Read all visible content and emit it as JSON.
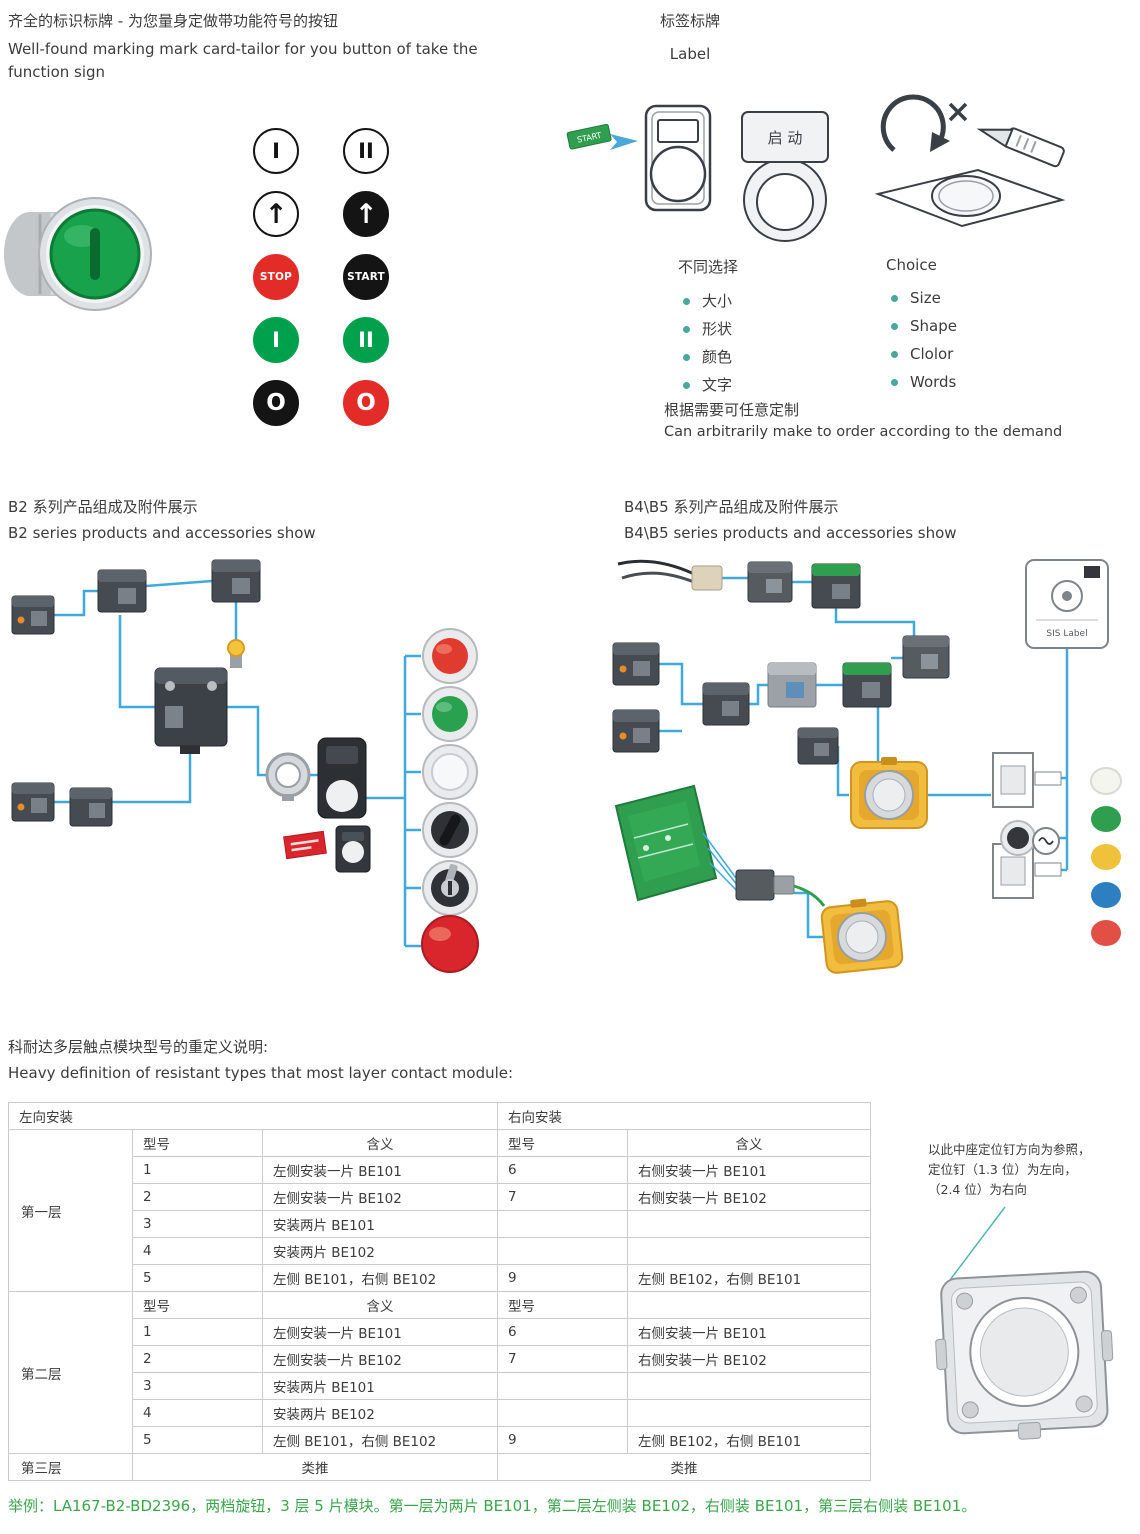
{
  "colors": {
    "connector_blue": "#3fa9dc",
    "bullet_teal": "#49a79c",
    "accent_green": "#2f9e4e",
    "accent_red": "#d9262c",
    "footer_green": "#3aa64a"
  },
  "header": {
    "title_zh": "齐全的标识标牌 - 为您量身定做带功能符号的按钮",
    "title_en": "Well-found marking mark card-tailor for you button of take the function sign",
    "label_title_zh": "标签标牌",
    "label_title_en": "Label"
  },
  "symbols": {
    "items": [
      {
        "glyph": "I",
        "bg": "#ffffff",
        "fg": "#141414",
        "border": "#141414"
      },
      {
        "glyph": "II",
        "bg": "#ffffff",
        "fg": "#141414",
        "border": "#141414"
      },
      {
        "glyph": "↑",
        "bg": "#ffffff",
        "fg": "#141414",
        "border": "#141414"
      },
      {
        "glyph": "↑",
        "bg": "#141414",
        "fg": "#ffffff",
        "border": "#141414"
      },
      {
        "glyph": "STOP",
        "bg": "#e32b28",
        "fg": "#ffffff",
        "border": "#e32b28"
      },
      {
        "glyph": "START",
        "bg": "#141414",
        "fg": "#ffffff",
        "border": "#141414"
      },
      {
        "glyph": "I",
        "bg": "#00a04d",
        "fg": "#ffffff",
        "border": "#00a04d"
      },
      {
        "glyph": "II",
        "bg": "#00a04d",
        "fg": "#ffffff",
        "border": "#00a04d"
      },
      {
        "glyph": "O",
        "bg": "#141414",
        "fg": "#ffffff",
        "border": "#141414"
      },
      {
        "glyph": "O",
        "bg": "#e32b28",
        "fg": "#ffffff",
        "border": "#e32b28"
      }
    ]
  },
  "label_area": {
    "start_tag": "START",
    "tag_text": "启 动",
    "choice_zh_title": "不同选择",
    "choice_zh_items": [
      "大小",
      "形状",
      "颜色",
      "文字"
    ],
    "choice_en_title": "Choice",
    "choice_en_items": [
      "Size",
      "Shape",
      "Clolor",
      "Words"
    ],
    "custom_zh": "根据需要可任意定制",
    "custom_en": "Can arbitrarily make to order according to the demand"
  },
  "series": {
    "b2_title_zh": "B2 系列产品组成及附件展示",
    "b2_title_en": "B2 series products and accessories show",
    "b45_title_zh": "B4\\B5 系列产品组成及附件展示",
    "b45_title_en": "B4\\B5 series products and accessories show",
    "sis_label": "SIS Label"
  },
  "module_table": {
    "title_zh": "科耐达多层触点模块型号的重定义说明:",
    "title_en": "Heavy definition of resistant types that most layer contact module:",
    "left_install": "左向安装",
    "right_install": "右向安装",
    "layer1": "第一层",
    "layer2": "第二层",
    "layer3": "第三层",
    "analogize": "类推",
    "layer1_header": [
      "型号",
      "含义",
      "型号",
      "含义"
    ],
    "layer2_header": [
      "型号",
      "含义",
      "型号",
      ""
    ],
    "layer1_rows": [
      {
        "lm": "1",
        "lv": "左侧安装一片 BE101",
        "rm": "6",
        "rv": "右侧安装一片 BE101"
      },
      {
        "lm": "2",
        "lv": "左侧安装一片 BE102",
        "rm": "7",
        "rv": "右侧安装一片 BE102"
      },
      {
        "lm": "3",
        "lv": "安装两片 BE101",
        "rm": "",
        "rv": ""
      },
      {
        "lm": "4",
        "lv": "安装两片 BE102",
        "rm": "",
        "rv": ""
      },
      {
        "lm": "5",
        "lv": "左侧 BE101，右侧 BE102",
        "rm": "9",
        "rv": "左侧 BE102，右侧 BE101"
      }
    ],
    "layer2_rows": [
      {
        "lm": "1",
        "lv": "左侧安装一片 BE101",
        "rm": "6",
        "rv": "右侧安装一片 BE101"
      },
      {
        "lm": "2",
        "lv": "左侧安装一片 BE102",
        "rm": "7",
        "rv": "右侧安装一片 BE102"
      },
      {
        "lm": "3",
        "lv": "安装两片 BE101",
        "rm": "",
        "rv": ""
      },
      {
        "lm": "4",
        "lv": "安装两片 BE102",
        "rm": "",
        "rv": ""
      },
      {
        "lm": "5",
        "lv": "左侧 BE101，右侧 BE102",
        "rm": "9",
        "rv": "左侧 BE102，右侧 BE101"
      }
    ]
  },
  "side_note": {
    "text": "以此中座定位钉方向为参照，\n定位钉（1.3 位）为左向，\n（2.4 位）为右向"
  },
  "footer": {
    "example": "举例：LA167-B2-BD2396，两档旋钮，3 层 5 片模块。第一层为两片 BE101，第二层左侧装 BE102，右侧装 BE101，第三层右侧装 BE101。"
  }
}
